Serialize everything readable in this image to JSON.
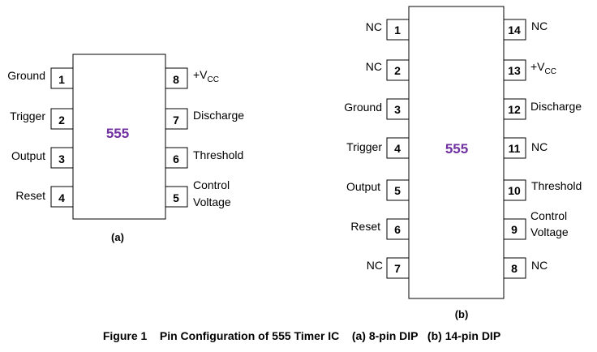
{
  "colors": {
    "chip_label": "#7030a0",
    "stroke": "#000000",
    "text": "#000000"
  },
  "dip8": {
    "chip_label": "555",
    "caption": "(a)",
    "pins": [
      {
        "num": "1",
        "name": "Ground"
      },
      {
        "num": "2",
        "name": "Trigger"
      },
      {
        "num": "3",
        "name": "Output"
      },
      {
        "num": "4",
        "name": "Reset"
      },
      {
        "num": "8",
        "name": "+V",
        "sub": "CC"
      },
      {
        "num": "7",
        "name": "Discharge"
      },
      {
        "num": "6",
        "name": "Threshold"
      },
      {
        "num": "5",
        "name": "Control",
        "name2": "Voltage"
      }
    ]
  },
  "dip14": {
    "chip_label": "555",
    "caption": "(b)",
    "pins": [
      {
        "num": "1",
        "name": "NC"
      },
      {
        "num": "2",
        "name": "NC"
      },
      {
        "num": "3",
        "name": "Ground"
      },
      {
        "num": "4",
        "name": "Trigger"
      },
      {
        "num": "5",
        "name": "Output"
      },
      {
        "num": "6",
        "name": "Reset"
      },
      {
        "num": "7",
        "name": "NC"
      },
      {
        "num": "14",
        "name": "NC"
      },
      {
        "num": "13",
        "name": "+V",
        "sub": "CC"
      },
      {
        "num": "12",
        "name": "Discharge"
      },
      {
        "num": "11",
        "name": "NC"
      },
      {
        "num": "10",
        "name": "Threshold"
      },
      {
        "num": "9",
        "name": "Control",
        "name2": "Voltage"
      },
      {
        "num": "8",
        "name": "NC"
      }
    ]
  },
  "figure_caption": "Figure 1    Pin Configuration of 555 Timer IC    (a) 8-pin DIP   (b) 14-pin DIP"
}
